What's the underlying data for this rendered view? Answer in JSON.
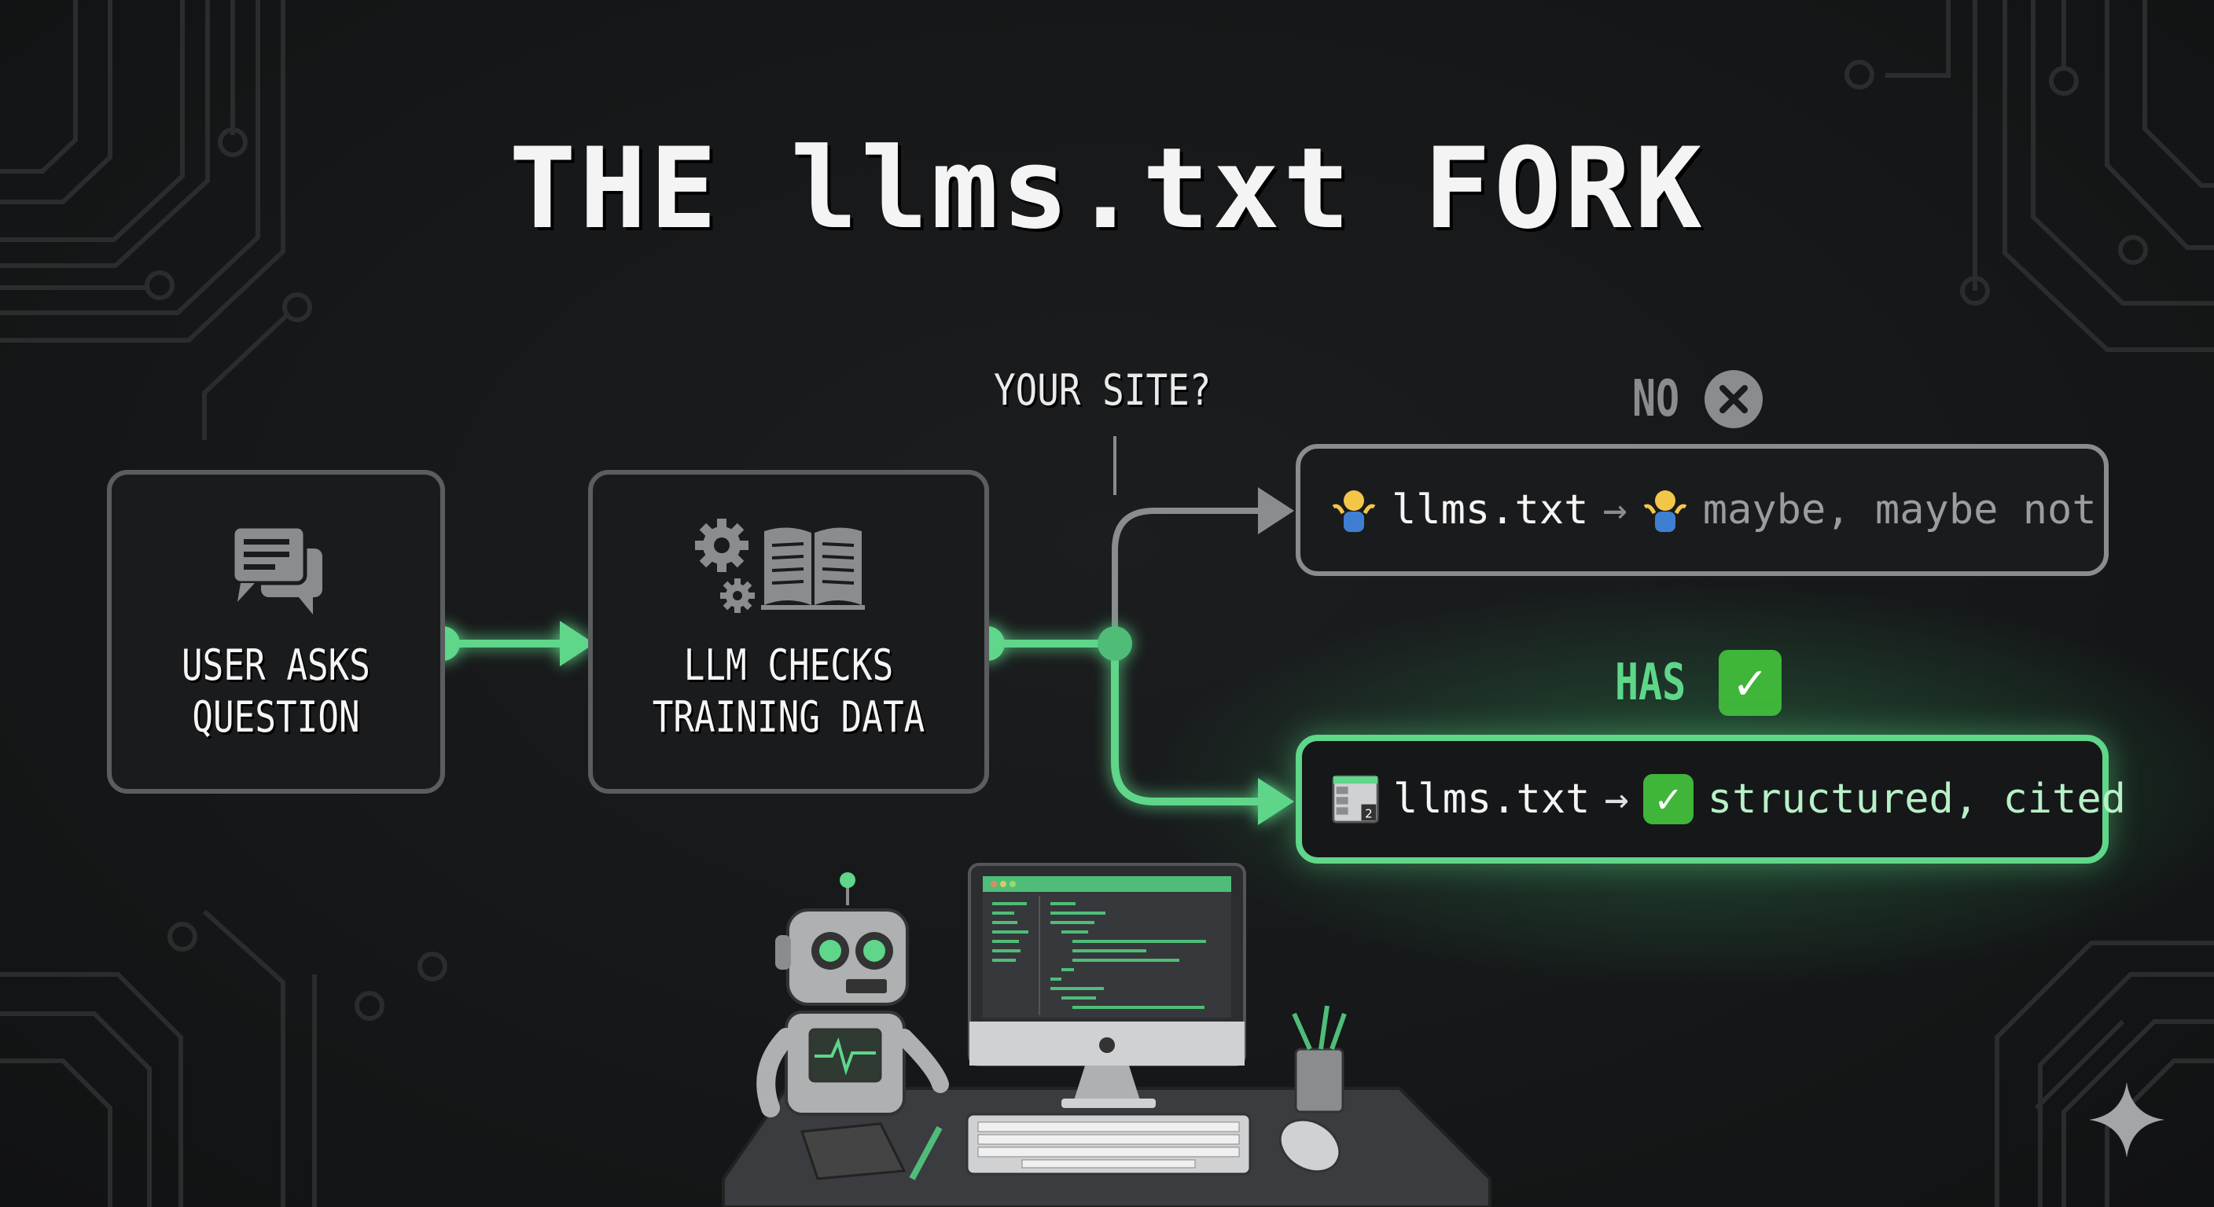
{
  "title": "THE llms.txt FORK",
  "colors": {
    "background": "#161819",
    "accent_green": "#5fd68a",
    "neutral_gray": "#8a8c8e",
    "box_border": "#5b5d5f",
    "circuit_lines": "#2a2c2e"
  },
  "flow": {
    "steps": [
      {
        "icon": "chat-bubbles-icon",
        "label_line1": "USER ASKS",
        "label_line2": "QUESTION"
      },
      {
        "icon": "gears-book-icon",
        "label_line1": "LLM CHECKS",
        "label_line2": "TRAINING DATA"
      }
    ],
    "decision_label": "YOUR SITE?"
  },
  "branches": {
    "no": {
      "heading": "NO",
      "heading_icon": "x-circle-icon",
      "lead_icon": "person-shrugging-icon",
      "file": "llms.txt",
      "arrow": "→",
      "result_icon": "person-shrugging-icon",
      "result": "maybe, maybe not"
    },
    "has": {
      "heading": "HAS",
      "heading_icon": "check-mark-button-icon",
      "lead_icon": "document-table-icon",
      "file": "llms.txt",
      "arrow": "→",
      "result_icon": "check-mark-button-icon",
      "result": "structured, cited"
    }
  },
  "illustration": {
    "elements": [
      "robot",
      "desktop-monitor-with-code",
      "keyboard",
      "mouse",
      "notebook",
      "pen",
      "pencil-cup",
      "desk"
    ]
  },
  "corner_mark": "sparkle-icon"
}
